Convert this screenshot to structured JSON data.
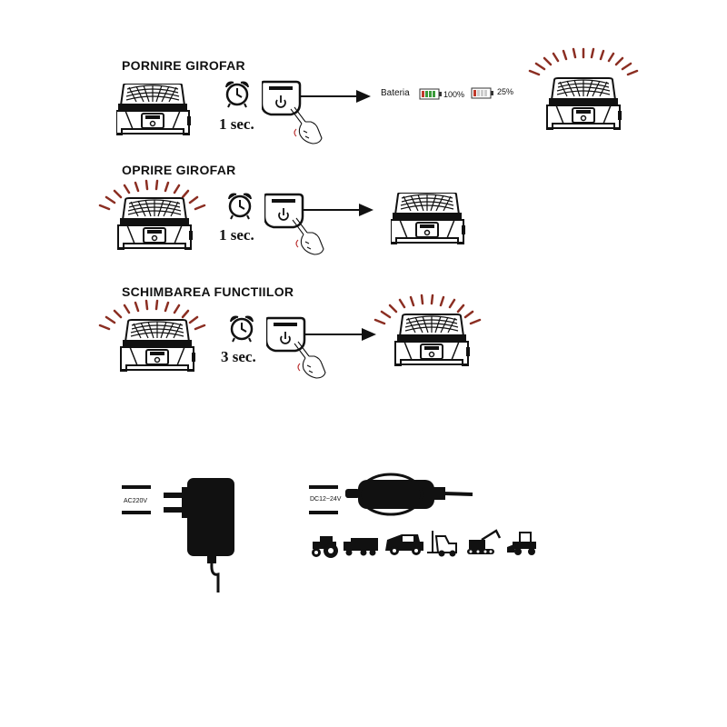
{
  "sections": [
    {
      "title": "PORNIRE GIROFAR",
      "duration": "1 sec."
    },
    {
      "title": "OPRIRE GIROFAR",
      "duration": "1 sec."
    },
    {
      "title": "SCHIMBAREA FUNCTIILOR",
      "duration": "3 sec."
    }
  ],
  "battery": {
    "label": "Bateria",
    "full": "100%",
    "low": "25%",
    "full_color": "#3a9a3a",
    "low_color": "#c0392b"
  },
  "power": {
    "ac_label": "AC220V",
    "dc_label": "DC12~24V"
  },
  "colors": {
    "rays": "#8b2e22",
    "ink": "#111111"
  },
  "icons": [
    "beacon-lamp-icon",
    "alarm-clock-icon",
    "power-button-icon",
    "hand-press-icon",
    "arrow-icon",
    "wall-adapter-icon",
    "car-charger-icon",
    "tractor-icon",
    "truck-icon",
    "jeep-icon",
    "forklift-icon",
    "excavator-icon",
    "loader-icon"
  ]
}
